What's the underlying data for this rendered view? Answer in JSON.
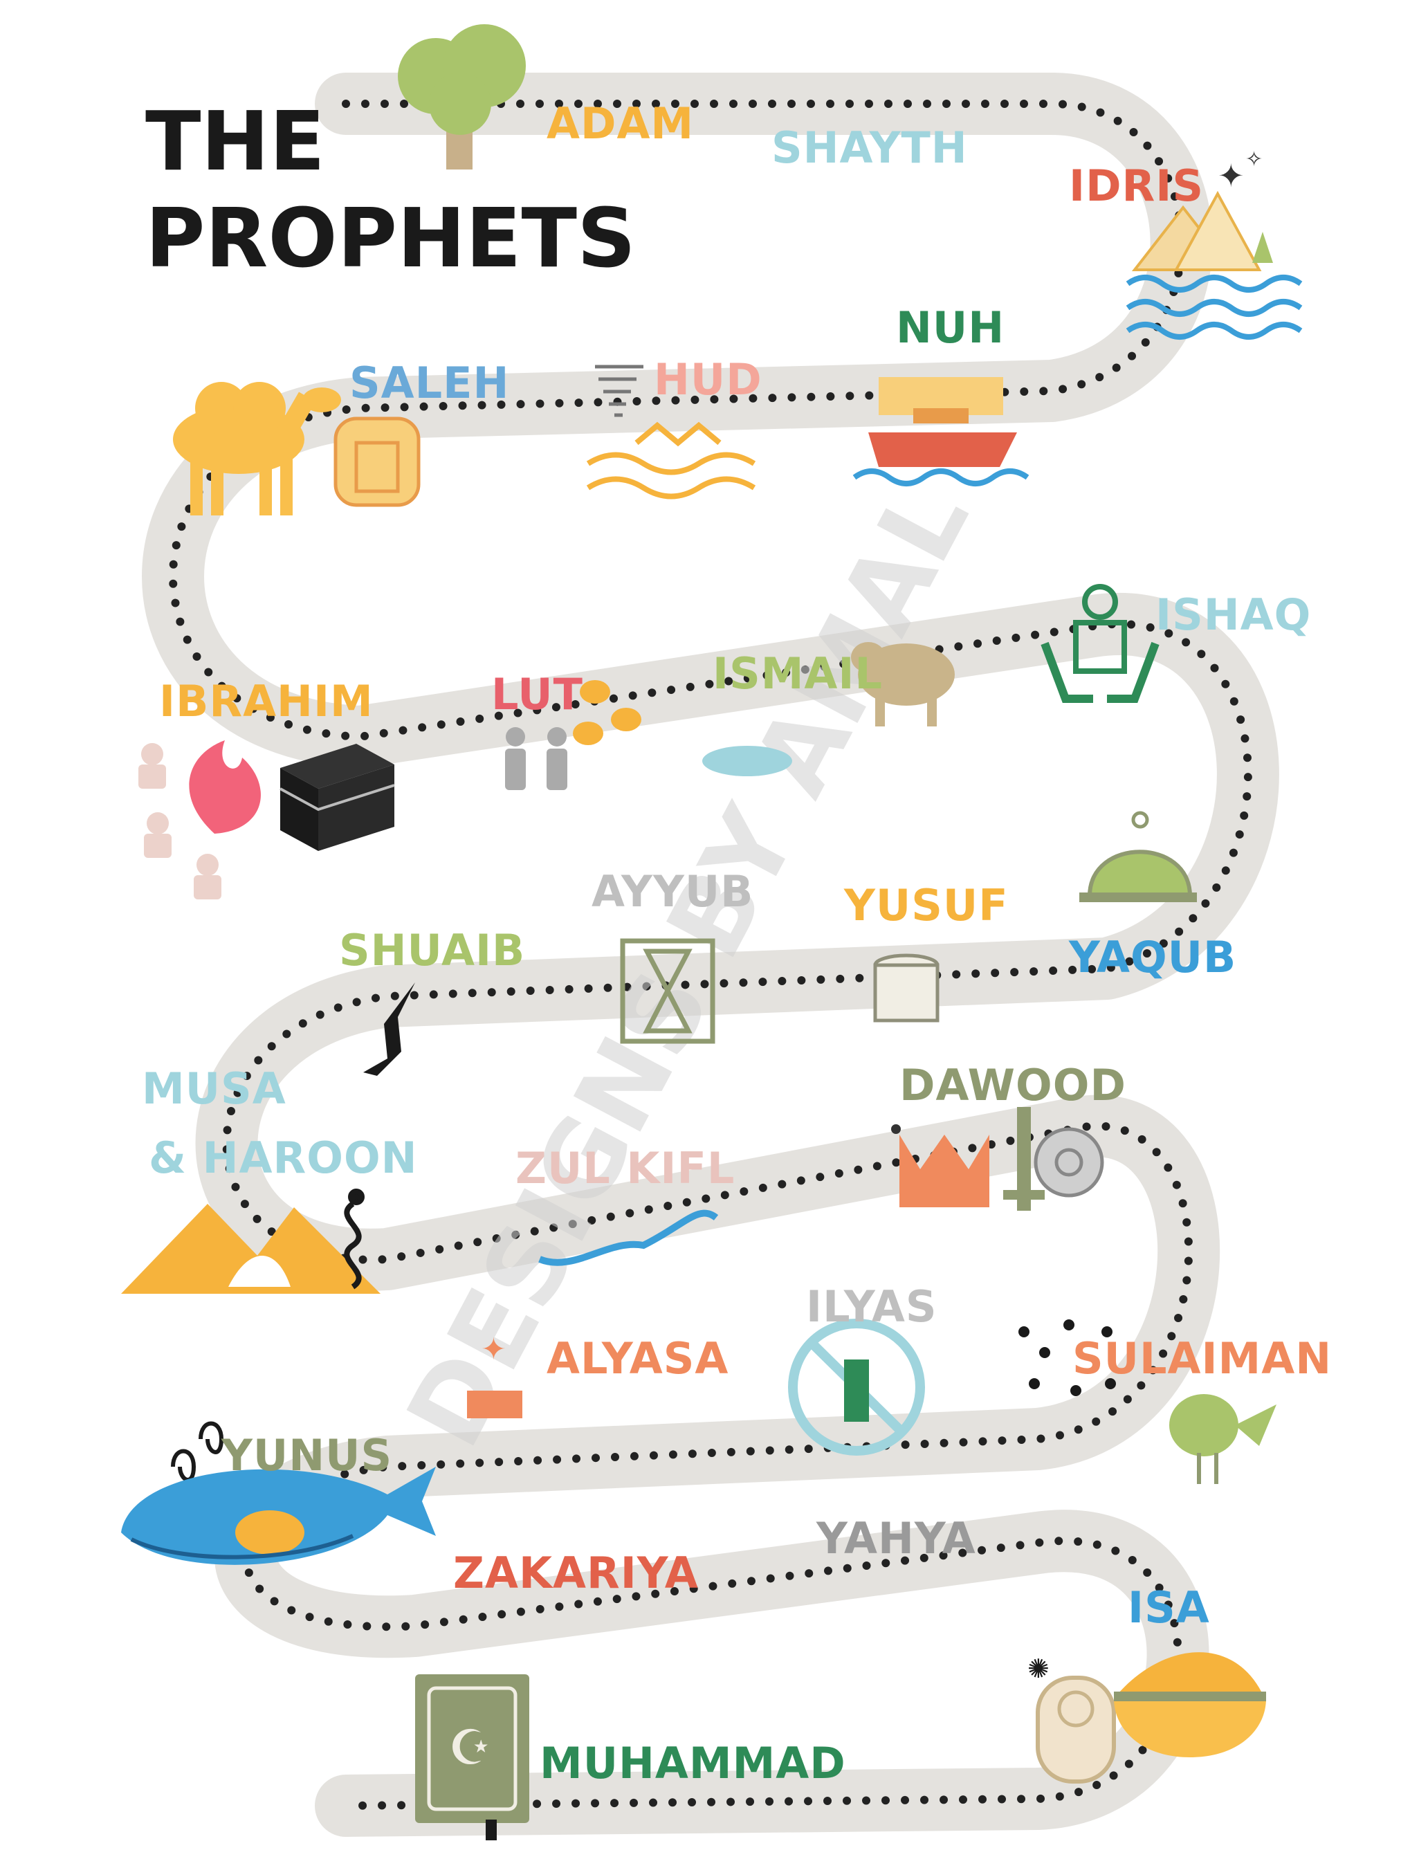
{
  "title": {
    "line1": "THE",
    "line2": "PROPHETS",
    "color": "#1a1a1a"
  },
  "watermark": {
    "text": "DESIGNS BY AMAL",
    "color": "#d0d0d0"
  },
  "path": {
    "color": "#e4e2de",
    "dot_color": "#222222"
  },
  "prophets": [
    {
      "name": "ADAM",
      "color": "#f6b33c"
    },
    {
      "name": "SHAYTH",
      "color": "#9fd4dd"
    },
    {
      "name": "IDRIS",
      "color": "#e2614a"
    },
    {
      "name": "NUH",
      "color": "#2e8b57"
    },
    {
      "name": "HUD",
      "color": "#f4a69a"
    },
    {
      "name": "SALEH",
      "color": "#6aa9d8"
    },
    {
      "name": "IBRAHIM",
      "color": "#f6b33c"
    },
    {
      "name": "LUT",
      "color": "#e8606b"
    },
    {
      "name": "ISMAIL",
      "color": "#a9c46b"
    },
    {
      "name": "ISHAQ",
      "color": "#9fd4dd"
    },
    {
      "name": "YAQUB",
      "color": "#3b9ed8"
    },
    {
      "name": "YUSUF",
      "color": "#f6b33c"
    },
    {
      "name": "AYYUB",
      "color": "#bfbfbf"
    },
    {
      "name": "SHUAIB",
      "color": "#a9c46b"
    },
    {
      "name": "MUSA",
      "color": "#9fd4dd"
    },
    {
      "name": "& HAROON",
      "color": "#9fd4dd"
    },
    {
      "name": "ZUL KIFL",
      "color": "#e9c3bd"
    },
    {
      "name": "DAWOOD",
      "color": "#8f9a70"
    },
    {
      "name": "SULAIMAN",
      "color": "#f08a5d"
    },
    {
      "name": "ILYAS",
      "color": "#bfbfbf"
    },
    {
      "name": "ALYASA",
      "color": "#f08a5d"
    },
    {
      "name": "YUNUS",
      "color": "#8f9a70"
    },
    {
      "name": "ZAKARIYA",
      "color": "#e2614a"
    },
    {
      "name": "YAHYA",
      "color": "#9a9a9a"
    },
    {
      "name": "ISA",
      "color": "#3b9ed8"
    },
    {
      "name": "MUHAMMAD",
      "color": "#2e8b57"
    }
  ],
  "icons": [
    "tree-icon",
    "stars-icon",
    "mountains-water-icon",
    "ark-icon",
    "tornado-icon",
    "sand-waves-icon",
    "camel-icon",
    "petra-icon",
    "fire-icon",
    "kaaba-icon",
    "idols-icon",
    "people-icon",
    "stones-icon",
    "ram-icon",
    "zamzam-icon",
    "hands-baby-icon",
    "dome-icon",
    "well-icon",
    "hourglass-icon",
    "crack-icon",
    "pyramids-icon",
    "snake-icon",
    "calligraphy-icon",
    "crown-icon",
    "sword-icon",
    "shield-icon",
    "ants-icon",
    "bird-icon",
    "no-idol-icon",
    "healing-hand-icon",
    "whale-icon",
    "swirls-icon",
    "baby-icon",
    "cradle-icon",
    "quran-icon"
  ]
}
